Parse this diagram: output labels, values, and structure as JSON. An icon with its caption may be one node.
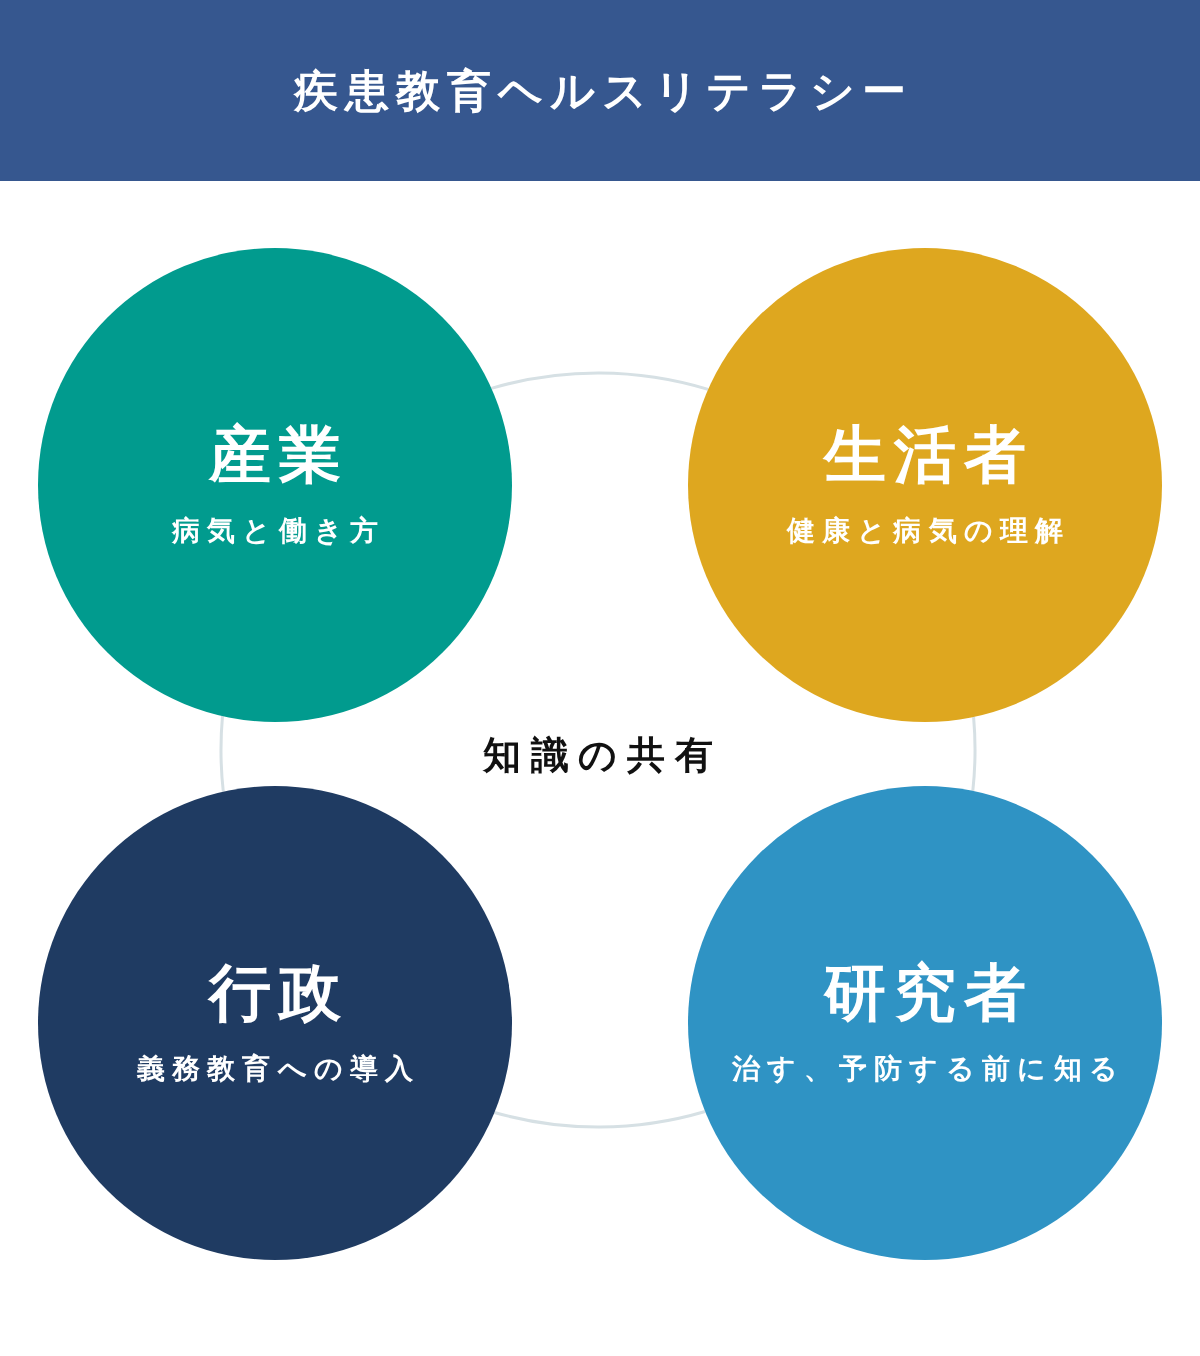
{
  "diagram": {
    "title": "疾患教育ヘルスリテラシー",
    "nodes": [
      {
        "text": [
          "産業",
          "病気と働き方"
        ]
      },
      {
        "text": [
          "生活者",
          "健康と病気の理解"
        ]
      },
      {
        "text": [
          "行政",
          "義務教育への導入"
        ]
      },
      {
        "text": [
          "研究者",
          "治す、予防する前に知る"
        ]
      }
    ],
    "edges": [
      {
        "from": 0,
        "to": 1,
        "arrow": "none"
      },
      {
        "from": 1,
        "to": 3,
        "arrow": "none"
      },
      {
        "from": 3,
        "to": 2,
        "arrow": "none"
      },
      {
        "from": 2,
        "to": 0,
        "arrow": "none"
      }
    ],
    "labels": [
      "知識の共有"
    ]
  }
}
